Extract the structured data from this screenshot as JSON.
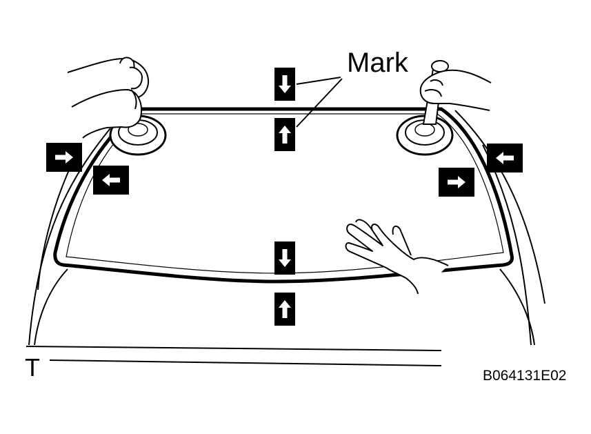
{
  "callout": {
    "label": "Mark"
  },
  "figure_id": "B064131E02",
  "edge_label": "T",
  "markers": [
    {
      "direction": "down"
    },
    {
      "direction": "up"
    },
    {
      "direction": "down"
    },
    {
      "direction": "up"
    },
    {
      "direction": "right"
    },
    {
      "direction": "left"
    },
    {
      "direction": "right"
    },
    {
      "direction": "left"
    }
  ],
  "colors": {
    "ink": "#000000",
    "paper": "#ffffff",
    "suction_cup": "#d0d0d0"
  }
}
